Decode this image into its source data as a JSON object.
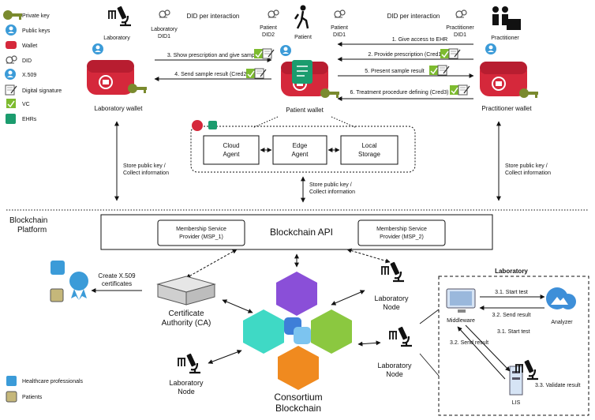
{
  "legend": {
    "items": [
      {
        "icon": "private-key-icon",
        "label": "Private key"
      },
      {
        "icon": "public-keys-icon",
        "label": "Public keys"
      },
      {
        "icon": "wallet-icon",
        "label": "Wallet"
      },
      {
        "icon": "did-icon",
        "label": "DID"
      },
      {
        "icon": "x509-icon",
        "label": "X.509"
      },
      {
        "icon": "digital-signature-icon",
        "label": "Digital signature"
      },
      {
        "icon": "vc-icon",
        "label": "VC"
      },
      {
        "icon": "ehrs-icon",
        "label": "EHRs"
      }
    ],
    "bottom": [
      {
        "icon": "healthcare-professionals-icon",
        "label": "Healthcare professionals"
      },
      {
        "icon": "patients-icon",
        "label": "Patients"
      }
    ]
  },
  "actors": {
    "laboratory": {
      "label": "Laboratory",
      "did": [
        "Laboratory",
        "DID1"
      ],
      "wallet": "Laboratory wallet"
    },
    "patient": {
      "label": "Patient",
      "did2": [
        "Patient",
        "DID2"
      ],
      "did1": [
        "Patient",
        "DID1"
      ],
      "wallet": "Patient wallet"
    },
    "practitioner": {
      "label": "Practitioner",
      "did": [
        "Practitioner",
        "DID1"
      ],
      "wallet": "Practitioner wallet"
    }
  },
  "did_per_interaction": "DID per interaction",
  "flows": {
    "give_access": "1. Give access to EHR",
    "provide_prescription": "2. Provide prescription (Cred1)",
    "show_prescription": "3. Show prescription and give sample",
    "send_sample_result": "4. Send sample result (Cred2)",
    "present_sample_result": "5. Present sample result",
    "treatment_procedure": "6. Treatment procedure defining (Cred3)"
  },
  "agent_box": {
    "cloud": [
      "Cloud",
      "Agent"
    ],
    "edge": [
      "Edge",
      "Agent"
    ],
    "local": [
      "Local",
      "Storage"
    ]
  },
  "store_public_key": [
    "Store public key /",
    "Collect information"
  ],
  "blockchain": {
    "platform": [
      "Blockchain",
      "Platform"
    ],
    "api": "Blockchain API",
    "msp1": [
      "Membership Service",
      "Provider (MSP_1)"
    ],
    "msp2": [
      "Membership Service",
      "Provider (MSP_2)"
    ],
    "consortium": [
      "Consortium",
      "Blockchain"
    ],
    "ca": [
      "Certificate",
      "Authority (CA)"
    ],
    "create_x509": [
      "Create X.509",
      "certificates"
    ],
    "node_label": [
      "Laboratory",
      "Node"
    ]
  },
  "lab_box": {
    "title": "Laboratory",
    "middleware": "Middleware",
    "analyzer": "Analyzer",
    "lis": "LIS",
    "start_test_1": "3.1. Start test",
    "send_result_2": "3.2. Send result",
    "start_test_1b": "3.1. Start test",
    "send_result_2b": "3.2. Send result",
    "validate": "3.3. Validate result"
  },
  "colors": {
    "wallet": "#d5283b",
    "key": "#7a8a2e",
    "vc": "#7dbb2f",
    "ehr": "#1b9c6e",
    "cube_teal": "#3fd9c5",
    "cube_green": "#8bc840",
    "cube_orange": "#f08a1f",
    "cube_purple": "#8a4fd8",
    "cube_blue": "#3e7fd8"
  }
}
